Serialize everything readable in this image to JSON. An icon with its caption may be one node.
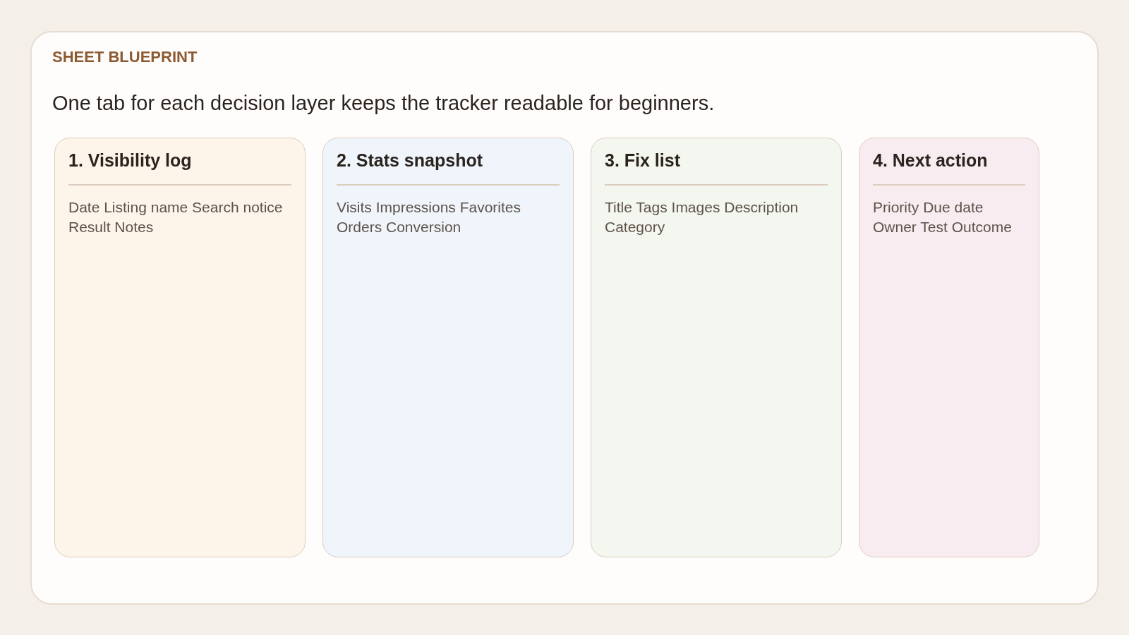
{
  "diagram": {
    "nodes": [
      {
        "text": [
          "SHEET BLUEPRINT",
          "One tab for each decision layer keeps the tracker readable for beginners."
        ]
      },
      {
        "text": [
          "1. Visibility log",
          "Date Listing name Search notice Result Notes"
        ],
        "in": 0
      },
      {
        "text": [
          "2. Stats snapshot",
          "Visits Impressions Favorites Orders Conversion"
        ],
        "in": 0
      },
      {
        "text": [
          "3. Fix list",
          "Title Tags Images Description Category"
        ],
        "in": 0
      },
      {
        "text": [
          "4. Next action",
          "Priority Due date Owner Test Outcome"
        ],
        "in": 0
      }
    ],
    "edges": []
  }
}
